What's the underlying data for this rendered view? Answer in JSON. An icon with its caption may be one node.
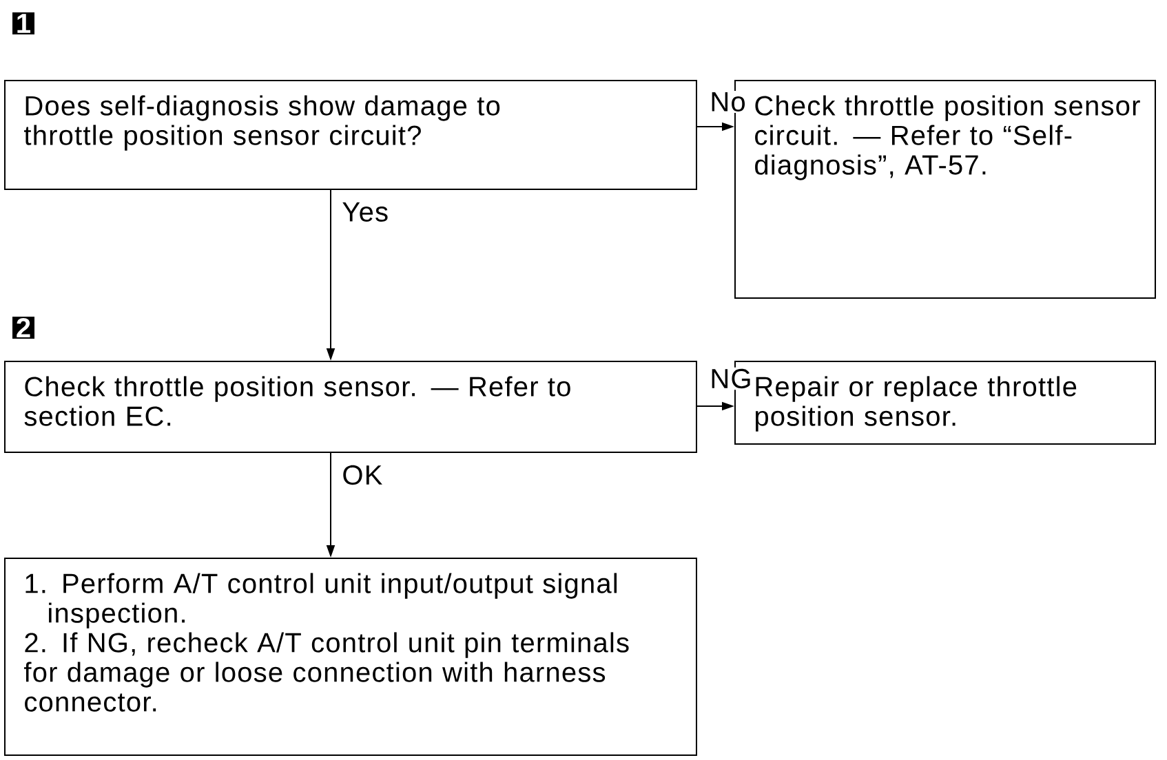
{
  "diagram": {
    "nodes": [
      {
        "text": [
          "Does self-diagnosis show damage to throttle position sensor circuit?"
        ]
      },
      {
        "text": [
          "Check throttle position sensor circuit. — Refer to “Self-diagnosis”, AT-57."
        ]
      },
      {
        "text": [
          "Check throttle position sensor. — Refer to section EC."
        ]
      },
      {
        "text": [
          "Repair or replace throttle position sensor."
        ]
      },
      {
        "text": [
          "1. Perform A/T control unit input/output signal inspection.",
          "2. If NG, recheck A/T control unit pin terminals for damage or loose connection with harness connector."
        ]
      }
    ],
    "edges": [
      {
        "from": 0,
        "to": 1,
        "arrow": "to",
        "label": "No"
      },
      {
        "from": 0,
        "to": 2,
        "arrow": "to",
        "label": "Yes"
      },
      {
        "from": 2,
        "to": 3,
        "arrow": "to",
        "label": "NG"
      },
      {
        "from": 2,
        "to": 4,
        "arrow": "to",
        "label": "OK"
      }
    ],
    "labels": [
      "1",
      "2"
    ]
  }
}
